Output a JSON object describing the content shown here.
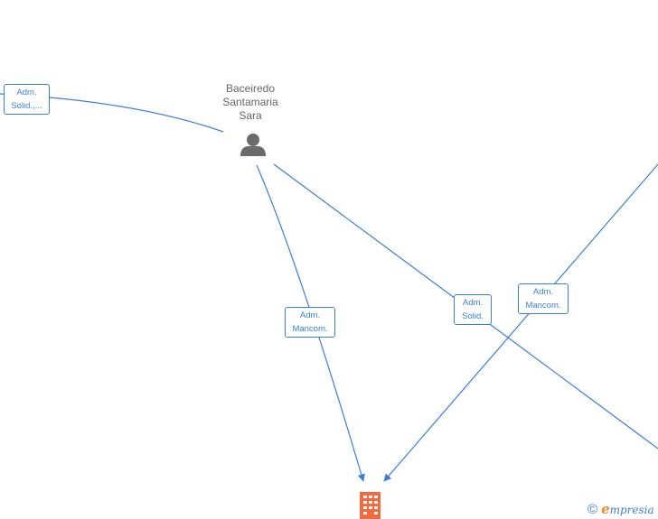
{
  "nodes": {
    "person": {
      "name_lines": [
        "Baceiredo",
        "Santamaria",
        "Sara"
      ],
      "icon": "person-icon",
      "color": "#6b6b6b"
    },
    "company": {
      "icon": "building-icon",
      "color": "#f26a3d"
    }
  },
  "edges": [
    {
      "id": "solid-left",
      "label_lines": [
        "Adm.",
        "Solid.,..."
      ]
    },
    {
      "id": "mancom-1",
      "label_lines": [
        "Adm.",
        "Mancom."
      ]
    },
    {
      "id": "solid-2",
      "label_lines": [
        "Adm.",
        "Solid."
      ]
    },
    {
      "id": "mancom-2",
      "label_lines": [
        "Adm.",
        "Mancom."
      ]
    }
  ],
  "colors": {
    "edge": "#3b7fd4",
    "label_text": "#666666",
    "brand_accent": "#f0892c"
  },
  "brand": {
    "copyright": "©",
    "name_first": "e",
    "name_rest": "mpresia"
  }
}
